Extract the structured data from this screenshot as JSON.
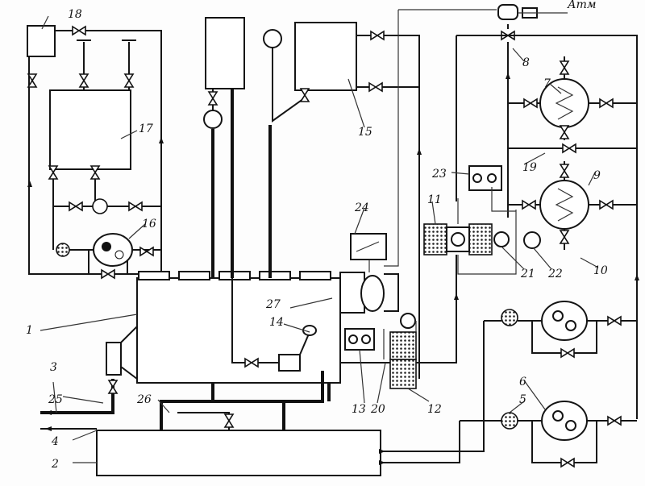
{
  "labels": {
    "l1": "1",
    "l2": "2",
    "l3": "3",
    "l4": "4",
    "l5": "5",
    "l6": "6",
    "l7": "7",
    "l8": "8",
    "l9": "9",
    "l10": "10",
    "l11": "11",
    "l12": "12",
    "l13": "13",
    "l14": "14",
    "l15": "15",
    "l16": "16",
    "l17": "17",
    "l18": "18",
    "l19": "19",
    "l20": "20",
    "l21": "21",
    "l22": "22",
    "l23": "23",
    "l24": "24",
    "l25": "25",
    "l26": "26",
    "l27": "27",
    "atm": "Атм"
  }
}
